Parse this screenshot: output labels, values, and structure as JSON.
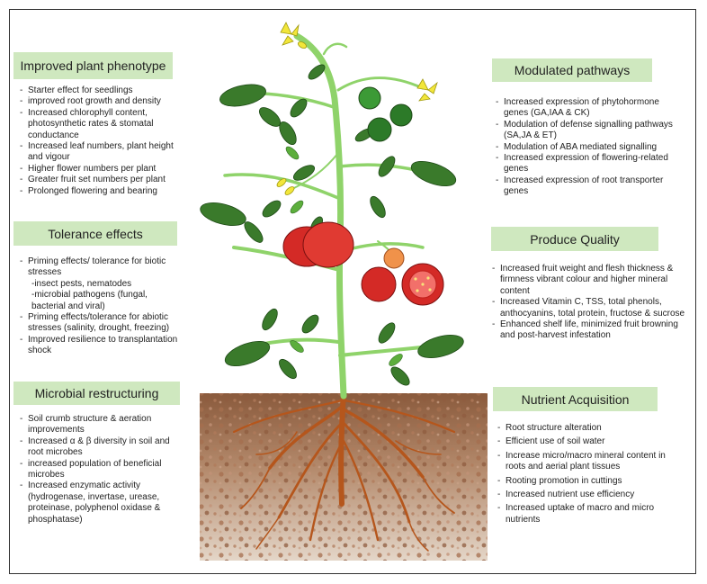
{
  "sections": {
    "improved_plant_phenotype": {
      "title": "Improved plant phenotype",
      "items": [
        "Starter effect for seedlings",
        "improved root growth and density",
        "Increased chlorophyll content, photosynthetic rates & stomatal conductance",
        "Increased leaf numbers, plant height and vigour",
        "Higher flower numbers per plant",
        "Greater fruit set numbers per plant",
        "Prolonged flowering and bearing"
      ]
    },
    "tolerance_effects": {
      "title": "Tolerance effects",
      "items": [
        "Priming effects/ tolerance for biotic stresses",
        "-insect pests, nematodes",
        "-microbial pathogens (fungal, bacterial and viral)",
        "Priming effects/tolerance for abiotic stresses (salinity, drought, freezing)",
        "Improved resilience to transplantation shock"
      ]
    },
    "microbial_restructuring": {
      "title": "Microbial restructuring",
      "items": [
        "Soil crumb structure & aeration improvements",
        "Increased α & β diversity in soil and root microbes",
        "increased population of beneficial microbes",
        "Increased enzymatic activity (hydrogenase, invertase, urease, proteinase, polyphenol oxidase & phosphatase)"
      ]
    },
    "modulated_pathways": {
      "title": "Modulated pathways",
      "items": [
        "Increased expression of phytohormone genes (GA,IAA & CK)",
        "Modulation of defense signalling pathways (SA,JA & ET)",
        "Modulation of ABA mediated signalling",
        "Increased expression of flowering-related genes",
        "Increased expression of root transporter genes"
      ]
    },
    "produce_quality": {
      "title": "Produce Quality",
      "items": [
        "Increased fruit weight and flesh thickness & firmness vibrant colour and higher mineral content",
        "Increased Vitamin C, TSS, total phenols, anthocyanins, total protein, fructose & sucrose",
        "Enhanced shelf life, minimized fruit browning and post-harvest infestation"
      ]
    },
    "nutrient_acquisition": {
      "title": "Nutrient Acquisition",
      "items": [
        "Root structure alteration",
        "Efficient use of soil water",
        "Increase micro/macro mineral content in roots and aerial plant tissues",
        "Rooting promotion in cuttings",
        "Increased nutrient use efficiency",
        "Increased uptake of macro and micro nutrients"
      ]
    }
  },
  "colors": {
    "header_fill": "#cfe8bf",
    "stem": "#8fd36a",
    "leaf": "#3a7a2b",
    "fruit_red": "#d42a26",
    "fruit_green": "#3c9a36",
    "fruit_orange": "#f0924a",
    "flower": "#f2e63a",
    "root": "#b5561c",
    "soil": "#8a5a3c"
  }
}
